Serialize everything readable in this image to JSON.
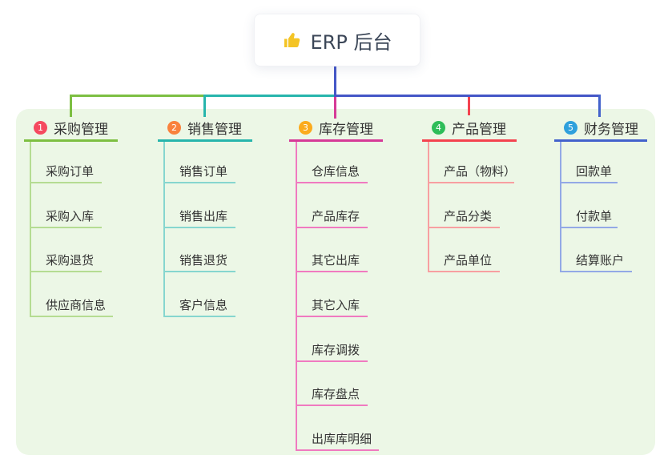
{
  "root": {
    "icon": "thumbs-up-icon",
    "label": "ERP 后台"
  },
  "branches": [
    {
      "num": "1",
      "title": "采购管理",
      "color": "#7dbf42",
      "light_color": "#b5dc92",
      "badge_color": "#f5495f",
      "children": [
        {
          "label": "采购订单"
        },
        {
          "label": "采购入库"
        },
        {
          "label": "采购退货"
        },
        {
          "label": "供应商信息"
        }
      ]
    },
    {
      "num": "2",
      "title": "销售管理",
      "color": "#27b5ac",
      "light_color": "#86d6cf",
      "badge_color": "#f9823d",
      "children": [
        {
          "label": "销售订单"
        },
        {
          "label": "销售出库"
        },
        {
          "label": "销售退货"
        },
        {
          "label": "客户信息"
        }
      ]
    },
    {
      "num": "3",
      "title": "库存管理",
      "color": "#d63a97",
      "light_color": "#f07ac0",
      "badge_color": "#fbab1d",
      "children": [
        {
          "label": "仓库信息"
        },
        {
          "label": "产品库存"
        },
        {
          "label": "其它出库"
        },
        {
          "label": "其它入库"
        },
        {
          "label": "库存调拨"
        },
        {
          "label": "库存盘点"
        },
        {
          "label": "出库库明细"
        }
      ]
    },
    {
      "num": "4",
      "title": "产品管理",
      "color": "#f4434f",
      "light_color": "#f89fa1",
      "badge_color": "#2ebd59",
      "children": [
        {
          "label": "产品（物料）"
        },
        {
          "label": "产品分类"
        },
        {
          "label": "产品单位"
        }
      ]
    },
    {
      "num": "5",
      "title": "财务管理",
      "color": "#4362cc",
      "light_color": "#93a9e6",
      "badge_color": "#2ea0dc",
      "children": [
        {
          "label": "回款单"
        },
        {
          "label": "付款单"
        },
        {
          "label": "结算账户"
        }
      ]
    }
  ],
  "colors": {
    "root_connector": "#4456c7",
    "panel_bg": "#ecf7e6",
    "node_text": "#333333",
    "root_text": "#3c4758"
  }
}
